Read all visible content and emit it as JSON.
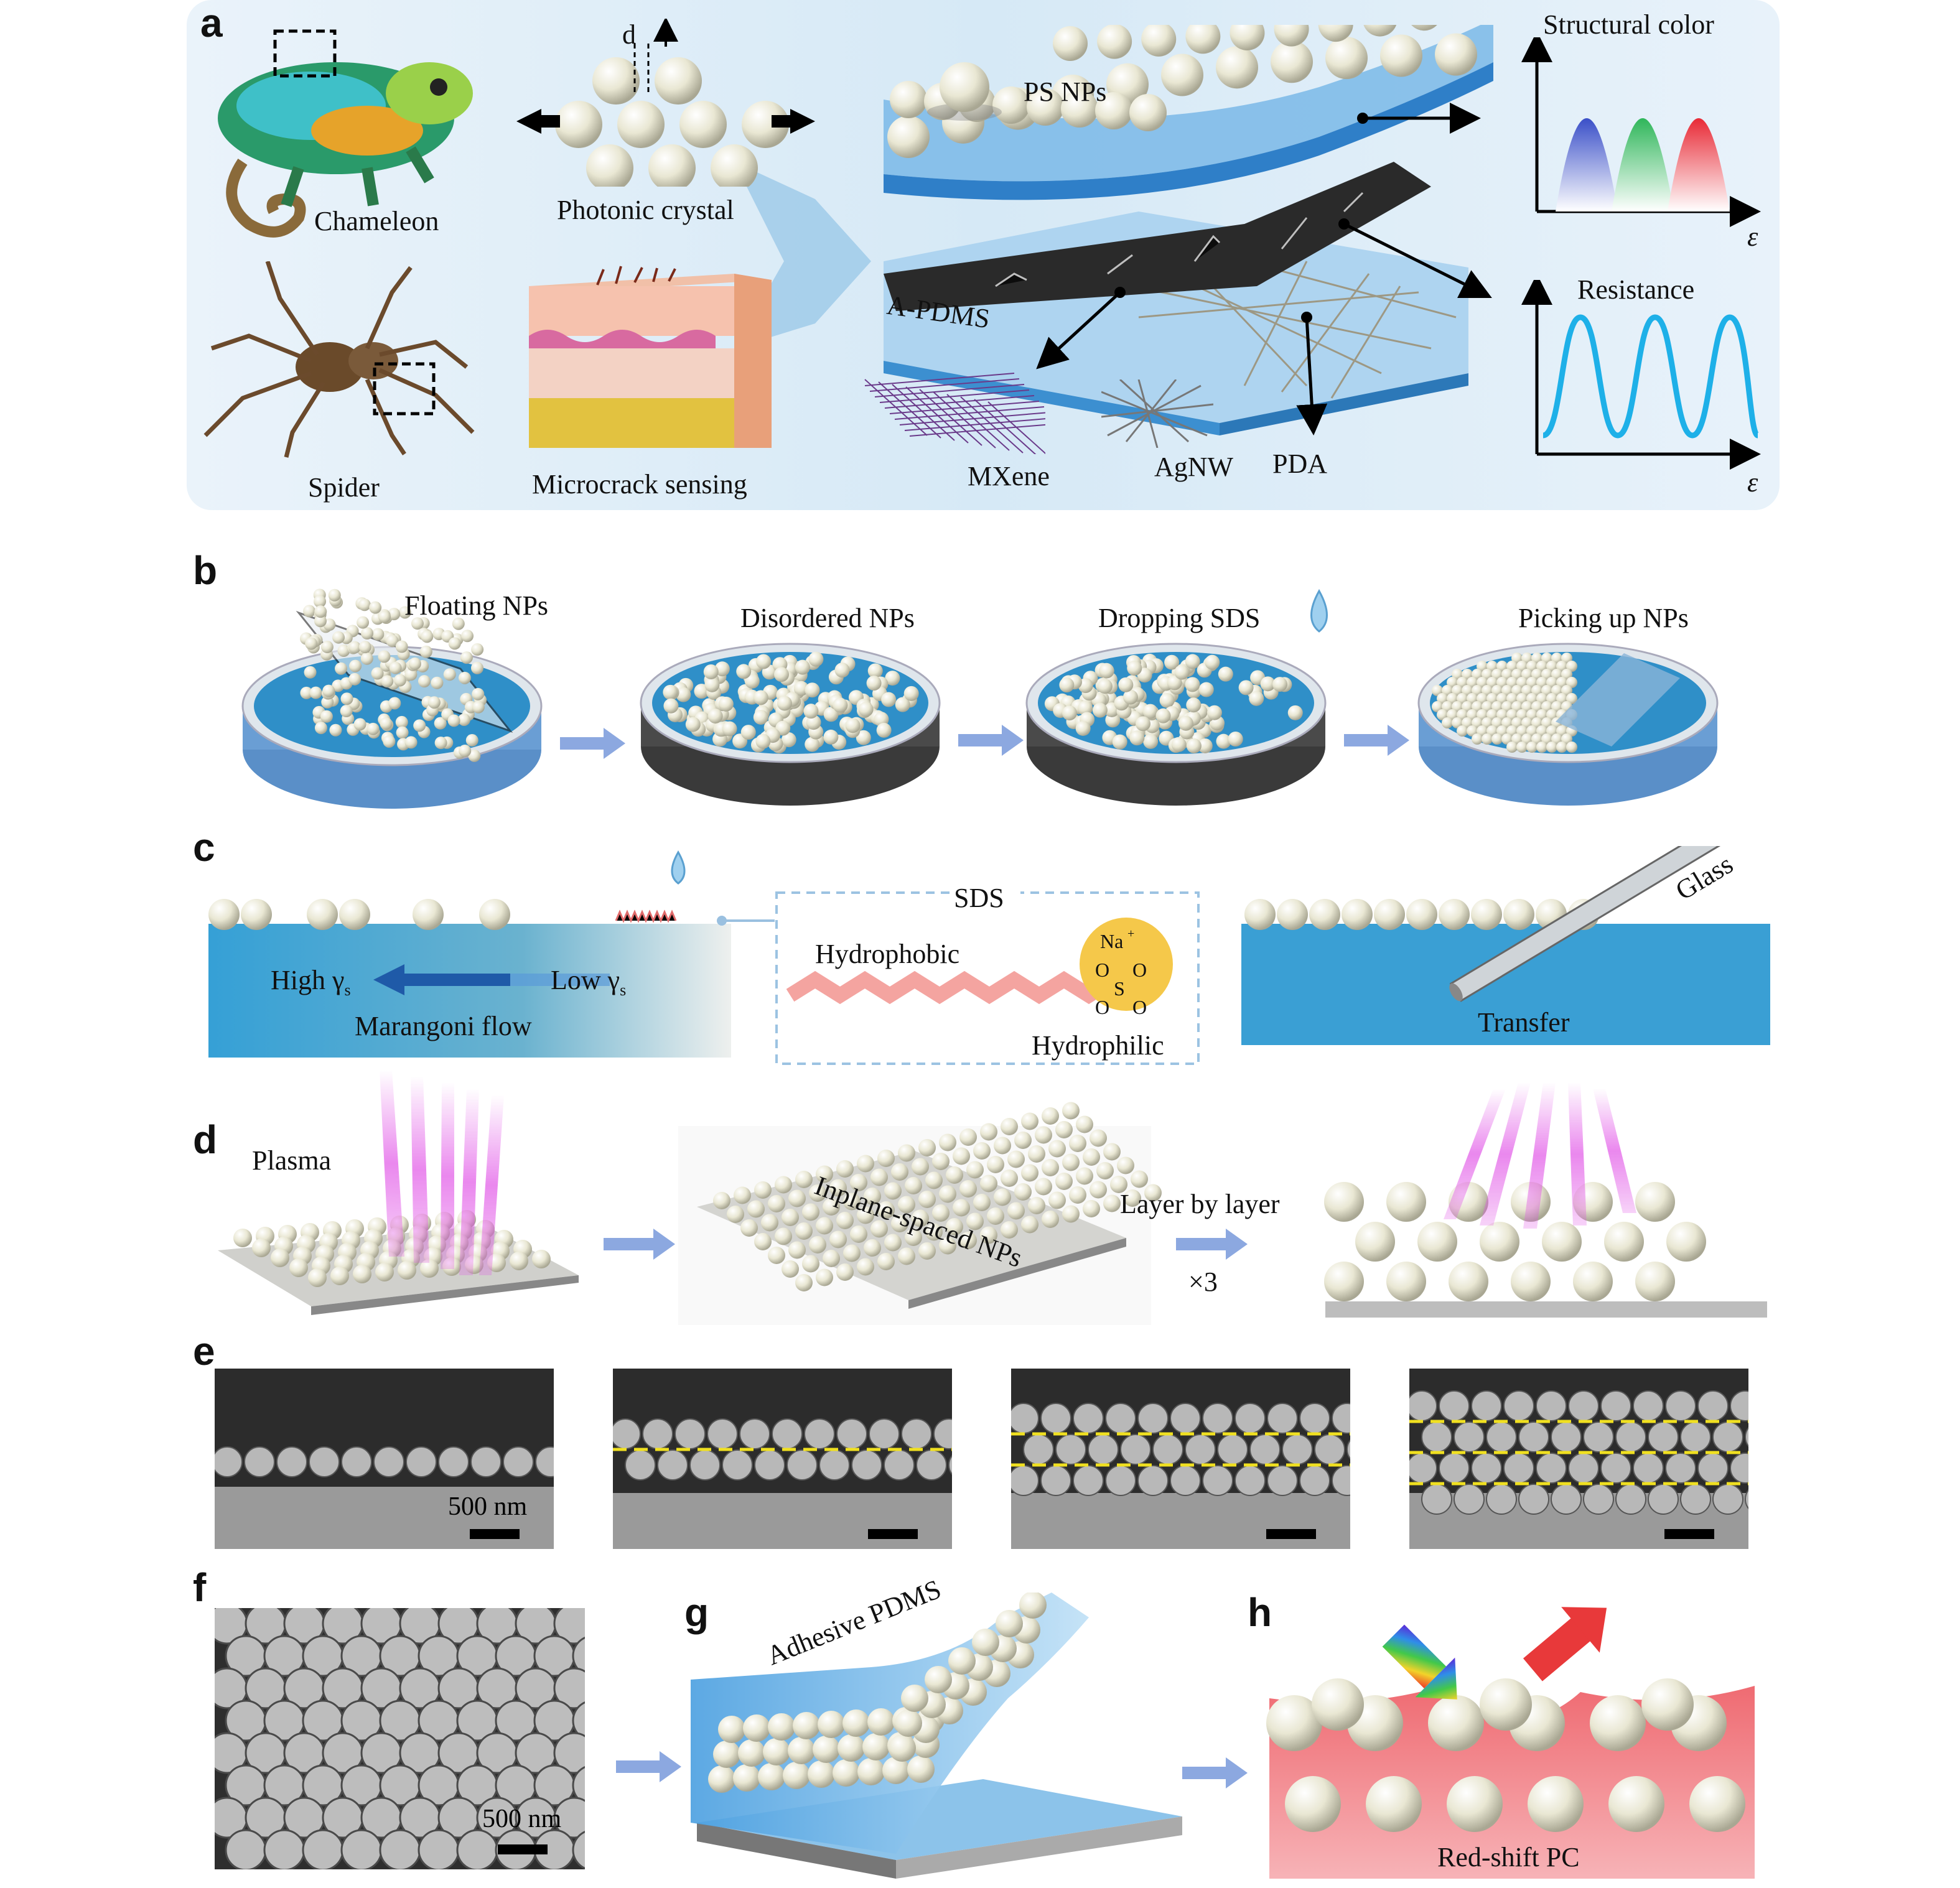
{
  "panel_a": {
    "label": "a",
    "chameleon": "Chameleon",
    "spider": "Spider",
    "photonic_crystal": "Photonic crystal",
    "d_label": "d",
    "microcrack": "Microcrack sensing",
    "ps_nps": "PS NPs",
    "apdms": "A-PDMS",
    "mxene": "MXene",
    "agnw": "AgNW",
    "pda": "PDA",
    "structural_color": "Structural color",
    "resistance": "Resistance",
    "epsilon": "ε"
  },
  "panel_b": {
    "label": "b",
    "step1": "Floating NPs",
    "step2": "Disordered NPs",
    "step3": "Dropping SDS",
    "step4": "Picking up NPs"
  },
  "panel_c": {
    "label": "c",
    "high": "High γ",
    "high_sub": "s",
    "low": "Low γ",
    "low_sub": "s",
    "marangoni": "Marangoni flow",
    "sds": "SDS",
    "hydrophobic": "Hydrophobic",
    "hydrophilic": "Hydrophilic",
    "na": "Na",
    "na_sup": "+",
    "s": "S",
    "o": "O",
    "glass": "Glass",
    "transfer": "Transfer"
  },
  "panel_d": {
    "label": "d",
    "plasma": "Plasma",
    "inplane": "Inplane-spaced NPs",
    "lbl": "Layer by layer",
    "times": "×3"
  },
  "panel_e": {
    "label": "e",
    "scale": "500 nm"
  },
  "panel_f": {
    "label": "f",
    "scale": "500 nm"
  },
  "panel_g": {
    "label": "g",
    "adhesive": "Adhesive PDMS"
  },
  "panel_h": {
    "label": "h",
    "redshift": "Red-shift PC"
  },
  "colors": {
    "water": "#3a9bd0",
    "sphere": "#e8e6d4",
    "magenta": "#e040e0",
    "red_pc": "#e8636b",
    "arrow": "#8aa8e0"
  }
}
